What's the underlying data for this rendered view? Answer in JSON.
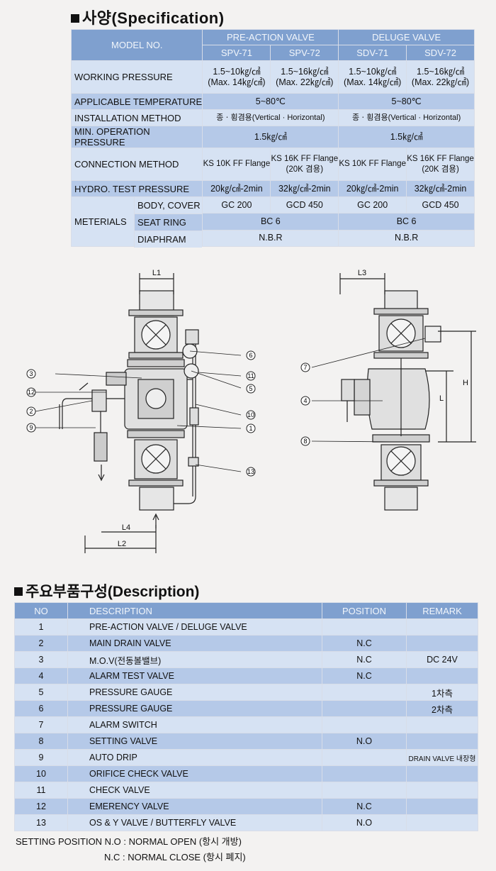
{
  "spec_heading": "사양(Specification)",
  "spec": {
    "model_label": "MODEL NO.",
    "pre_action_label": "PRE-ACTION VALVE",
    "deluge_label": "DELUGE VALVE",
    "models": [
      "SPV-71",
      "SPV-72",
      "SDV-71",
      "SDV-72"
    ],
    "working_pressure": {
      "label": "WORKING PRESSURE",
      "values": [
        [
          "1.5~10㎏/㎠",
          "(Max. 14㎏/㎠)"
        ],
        [
          "1.5~16㎏/㎠",
          "(Max. 22㎏/㎠)"
        ],
        [
          "1.5~10㎏/㎠",
          "(Max. 14㎏/㎠)"
        ],
        [
          "1.5~16㎏/㎠",
          "(Max. 22㎏/㎠)"
        ]
      ]
    },
    "applicable_temperature": {
      "label": "APPLICABLE TEMPERATURE",
      "pre": "5~80℃",
      "deluge": "5~80℃"
    },
    "installation_method": {
      "label": "INSTALLATION METHOD",
      "pre": "종ㆍ횡겸용(Vertical · Horizontal)",
      "deluge": "종ㆍ횡겸용(Vertical · Horizontal)"
    },
    "min_operation_pressure": {
      "label": "MIN. OPERATION PRESSURE",
      "pre": "1.5㎏/㎠",
      "deluge": "1.5㎏/㎠"
    },
    "connection_method": {
      "label": "CONNECTION METHOD",
      "values": [
        [
          "KS 10K FF Flange"
        ],
        [
          "KS 16K FF Flange",
          "(20K 겸용)"
        ],
        [
          "KS 10K FF Flange"
        ],
        [
          "KS 16K FF Flange",
          "(20K 겸용)"
        ]
      ]
    },
    "hydro_test_pressure": {
      "label": "HYDRO. TEST PRESSURE",
      "values": [
        "20㎏/㎠-2min",
        "32㎏/㎠-2min",
        "20㎏/㎠-2min",
        "32㎏/㎠-2min"
      ]
    },
    "materials": {
      "label": "METERIALS",
      "body_cover": {
        "label": "BODY, COVER",
        "values": [
          "GC 200",
          "GCD 450",
          "GC 200",
          "GCD 450"
        ]
      },
      "seat_ring": {
        "label": "SEAT RING",
        "pre": "BC 6",
        "deluge": "BC 6"
      },
      "diaphram": {
        "label": "DIAPHRAM",
        "pre": "N.B.R",
        "deluge": "N.B.R"
      }
    }
  },
  "diagram": {
    "dims": {
      "l1": "L1",
      "l2": "L2",
      "l3": "L3",
      "l4": "L4",
      "h": "H",
      "l": "L"
    },
    "callouts": [
      "1",
      "2",
      "3",
      "4",
      "5",
      "6",
      "7",
      "8",
      "9",
      "10",
      "11",
      "12",
      "13"
    ]
  },
  "desc_heading": "주요부품구성(Description)",
  "desc": {
    "headers": {
      "no": "NO",
      "description": "DESCRIPTION",
      "position": "POSITION",
      "remark": "REMARK"
    },
    "rows": [
      {
        "no": "1",
        "description": "PRE-ACTION VALVE / DELUGE VALVE",
        "position": "",
        "remark": ""
      },
      {
        "no": "2",
        "description": "MAIN DRAIN VALVE",
        "position": "N.C",
        "remark": ""
      },
      {
        "no": "3",
        "description": "M.O.V(전동볼밸브)",
        "position": "N.C",
        "remark": "DC 24V"
      },
      {
        "no": "4",
        "description": "ALARM TEST VALVE",
        "position": "N.C",
        "remark": ""
      },
      {
        "no": "5",
        "description": "PRESSURE GAUGE",
        "position": "",
        "remark": "1차측"
      },
      {
        "no": "6",
        "description": "PRESSURE GAUGE",
        "position": "",
        "remark": "2차측"
      },
      {
        "no": "7",
        "description": "ALARM SWITCH",
        "position": "",
        "remark": ""
      },
      {
        "no": "8",
        "description": "SETTING VALVE",
        "position": "N.O",
        "remark": ""
      },
      {
        "no": "9",
        "description": "AUTO DRIP",
        "position": "",
        "remark": "DRAIN VALVE 내장형"
      },
      {
        "no": "10",
        "description": "ORIFICE CHECK VALVE",
        "position": "",
        "remark": ""
      },
      {
        "no": "11",
        "description": "CHECK VALVE",
        "position": "",
        "remark": ""
      },
      {
        "no": "12",
        "description": "EMERENCY VALVE",
        "position": "N.C",
        "remark": ""
      },
      {
        "no": "13",
        "description": "OS & Y VALVE / BUTTERFLY VALVE",
        "position": "N.O",
        "remark": ""
      }
    ]
  },
  "footer": {
    "line1": "SETTING POSITION N.O : NORMAL OPEN (항시 개방)",
    "line2": "N.C : NORMAL CLOSE (항시 폐지)"
  },
  "colors": {
    "header_blue": "#7fa0cf",
    "row_light": "#d6e2f3",
    "row_dark": "#b5c9e8"
  }
}
